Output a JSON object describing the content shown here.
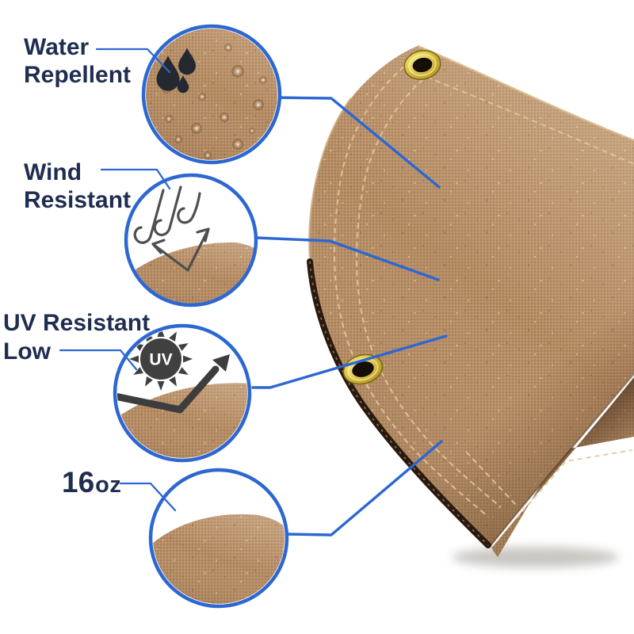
{
  "accent_color": "#2d67d2",
  "text_color": "#1f2d50",
  "callouts": {
    "water": {
      "line1": "Water",
      "line2": "Repellent"
    },
    "wind": {
      "line1": "Wind",
      "line2": "Resistant"
    },
    "uv": {
      "line1": "UV Resistant",
      "line2": "Low"
    },
    "weight": {
      "number": "16",
      "unit": "oz"
    }
  },
  "uv_sun_label": "UV",
  "icons": {
    "water": "water-droplets-icon",
    "wind": "wind-gust-bounce-arrow-icon",
    "uv": "uv-sun-reflect-arrow-icon",
    "fabric": "canvas-texture-swatch"
  },
  "materials": {
    "canvas_color": "#b48b63",
    "grommet_color": "#d9c23c",
    "binding_color": "#2a1a0e"
  }
}
